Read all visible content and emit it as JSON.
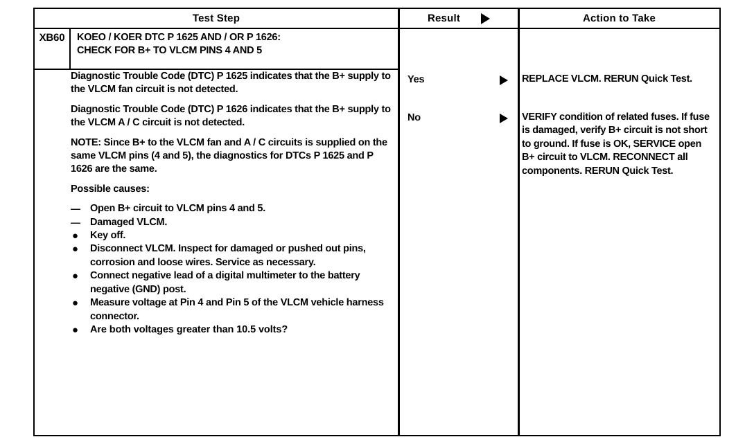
{
  "table": {
    "headers": {
      "test_step": "Test Step",
      "result": "Result",
      "action": "Action to Take",
      "result_arrow_icon": "triangle-right-icon"
    },
    "step": {
      "id": "XB60",
      "title_line1": "KOEO / KOER DTC P 1625 AND / OR P 1626:",
      "title_line2": "CHECK FOR B+ TO VLCM PINS 4 AND 5"
    },
    "test_step_body": {
      "paragraphs": [
        "Diagnostic Trouble Code (DTC) P 1625 indicates that the B+ supply to the VLCM fan circuit is not detected.",
        "Diagnostic Trouble Code (DTC) P 1626 indicates that the B+ supply to the VLCM A / C circuit is not detected.",
        "NOTE: Since B+ to the VLCM fan and A / C circuits is supplied on the same VLCM pins (4 and 5), the diagnostics for DTCs P 1625 and P 1626 are the same.",
        "Possible causes:"
      ],
      "causes": [
        {
          "marker": "—",
          "marker_name": "em-dash-marker",
          "text": "Open B+ circuit to VLCM pins 4 and 5.",
          "bold": false
        },
        {
          "marker": "—",
          "marker_name": "em-dash-marker",
          "text": "Damaged VLCM.",
          "bold": false
        },
        {
          "marker": "●",
          "marker_name": "bullet-marker",
          "text": "Key off.",
          "bold": false
        },
        {
          "marker": "●",
          "marker_name": "bullet-marker",
          "text": "Disconnect VLCM. Inspect for damaged or pushed out pins, corrosion and loose wires. Service as necessary.",
          "bold": false
        },
        {
          "marker": "●",
          "marker_name": "bullet-marker",
          "text": "Connect negative lead of a digital multimeter to the battery negative (GND) post.",
          "bold": false
        },
        {
          "marker": "●",
          "marker_name": "bullet-marker",
          "text": "Measure voltage at Pin 4 and Pin 5 of the VLCM vehicle harness connector.",
          "bold": false
        },
        {
          "marker": "●",
          "marker_name": "bullet-marker",
          "text": "Are both voltages greater than 10.5 volts?",
          "bold": true
        }
      ]
    },
    "branches": [
      {
        "result": "Yes",
        "arrow_icon": "triangle-right-icon",
        "action": "REPLACE VLCM. RERUN Quick Test."
      },
      {
        "result": "No",
        "arrow_icon": "triangle-right-icon",
        "action": "VERIFY condition of related fuses. If fuse is damaged, verify B+ circuit is not short to ground. If fuse is OK, SERVICE open B+ circuit to VLCM. RECONNECT all components. RERUN Quick Test."
      }
    ]
  },
  "colors": {
    "ink": "#000000",
    "paper": "#ffffff"
  }
}
